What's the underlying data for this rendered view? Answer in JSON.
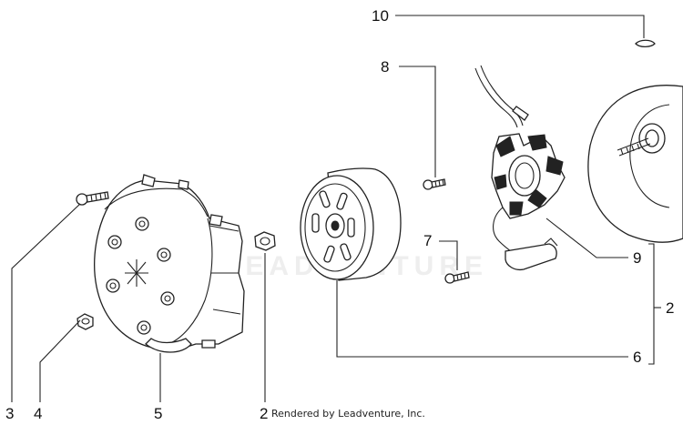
{
  "callouts": {
    "c10": "10",
    "c8": "8",
    "c7": "7",
    "c9": "9",
    "c2_right": "2",
    "c6": "6",
    "c3": "3",
    "c4": "4",
    "c5": "5",
    "c2_bottom": "2"
  },
  "credit": "Rendered by Leadventure, Inc.",
  "watermark": "LEADVENTURE"
}
